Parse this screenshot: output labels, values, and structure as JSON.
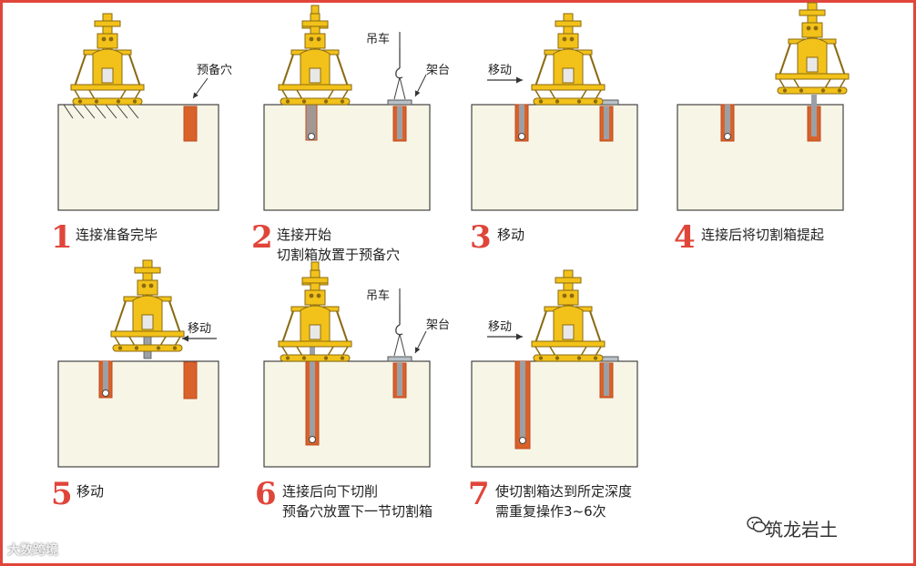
{
  "colors": {
    "border": "#e0453a",
    "ground": "#f7f6e6",
    "pipe_fill": "#d9622b",
    "pipe_edge": "#c04a1d",
    "machine": "#f2c21a",
    "machine_dark": "#8a6a10",
    "gray_box": "#9aa0a6",
    "number": "#e0453a"
  },
  "steps": [
    {
      "number": "1",
      "lines": [
        "连接准备完毕"
      ],
      "labels": [
        "预备穴"
      ]
    },
    {
      "number": "2",
      "lines": [
        "连接开始",
        "切割箱放置于预备穴"
      ],
      "labels": [
        "吊车",
        "架台"
      ]
    },
    {
      "number": "3",
      "lines": [
        "移动"
      ],
      "labels": [
        "移动"
      ]
    },
    {
      "number": "4",
      "lines": [
        "连接后将切割箱提起"
      ],
      "labels": []
    },
    {
      "number": "5",
      "lines": [
        "移动"
      ],
      "labels": [
        "移动"
      ]
    },
    {
      "number": "6",
      "lines": [
        "连接后向下切削",
        "预备穴放置下一节切割箱"
      ],
      "labels": [
        "吊车",
        "架台"
      ]
    },
    {
      "number": "7",
      "lines": [
        "使切割箱达到所定深度",
        "需重复操作3~6次"
      ],
      "labels": [
        "移动"
      ]
    }
  ],
  "watermarks": {
    "left": "大数跨境",
    "right": "筑龙岩土"
  }
}
